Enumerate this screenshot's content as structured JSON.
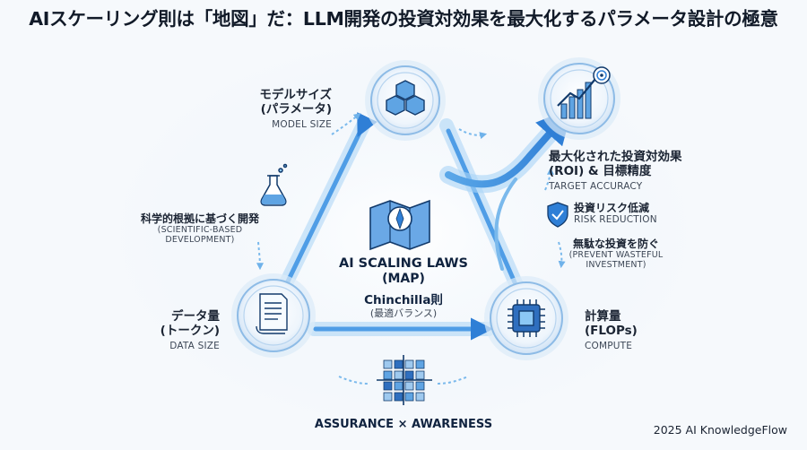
{
  "title": "AIスケーリング則は「地図」だ：LLM開発の投資対効果を最大化するパラメータ設計の極意",
  "center": {
    "main": "AI SCALING LAWS",
    "sub": "(MAP)",
    "rule": "Chinchilla則",
    "rule_note": "(最適バランス)"
  },
  "nodes": {
    "model": {
      "jp_1": "モデルサイズ",
      "jp_2": "(パラメータ)",
      "en": "MODEL SIZE",
      "icon": "cubes-icon"
    },
    "data": {
      "jp_1": "データ量",
      "jp_2": "(トークン)",
      "en": "DATA SIZE",
      "icon": "document-icon"
    },
    "compute": {
      "jp_1": "計算量",
      "jp_2": "(FLOPs)",
      "en": "COMPUTE",
      "icon": "chip-icon"
    },
    "target": {
      "jp_1": "最大化された投資対効果",
      "jp_2": "(ROI) & 目標精度",
      "en": "TARGET ACCURACY",
      "icon": "growth-target-icon"
    }
  },
  "side": {
    "science": {
      "jp": "科学的根拠に基づく開発",
      "en_1": "(SCIENTIFIC-BASED",
      "en_2": "DEVELOPMENT)",
      "icon": "flask-icon"
    },
    "risk": {
      "jp": "投資リスク低減",
      "en": "RISK REDUCTION",
      "icon": "shield-check-icon"
    },
    "waste": {
      "jp": "無駄な投資を防ぐ",
      "en_1": "(PREVENT WASTEFUL",
      "en_2": "INVESTMENT)"
    }
  },
  "bottom": {
    "label": "ASSURANCE × AWARENESS",
    "icon": "grid-icon"
  },
  "footer": "2025 AI KnowledgeFlow",
  "colors": {
    "accent": "#2f7fd6",
    "glow": "#8cc8f5",
    "navy": "#123a6b",
    "text": "#1a2433"
  }
}
